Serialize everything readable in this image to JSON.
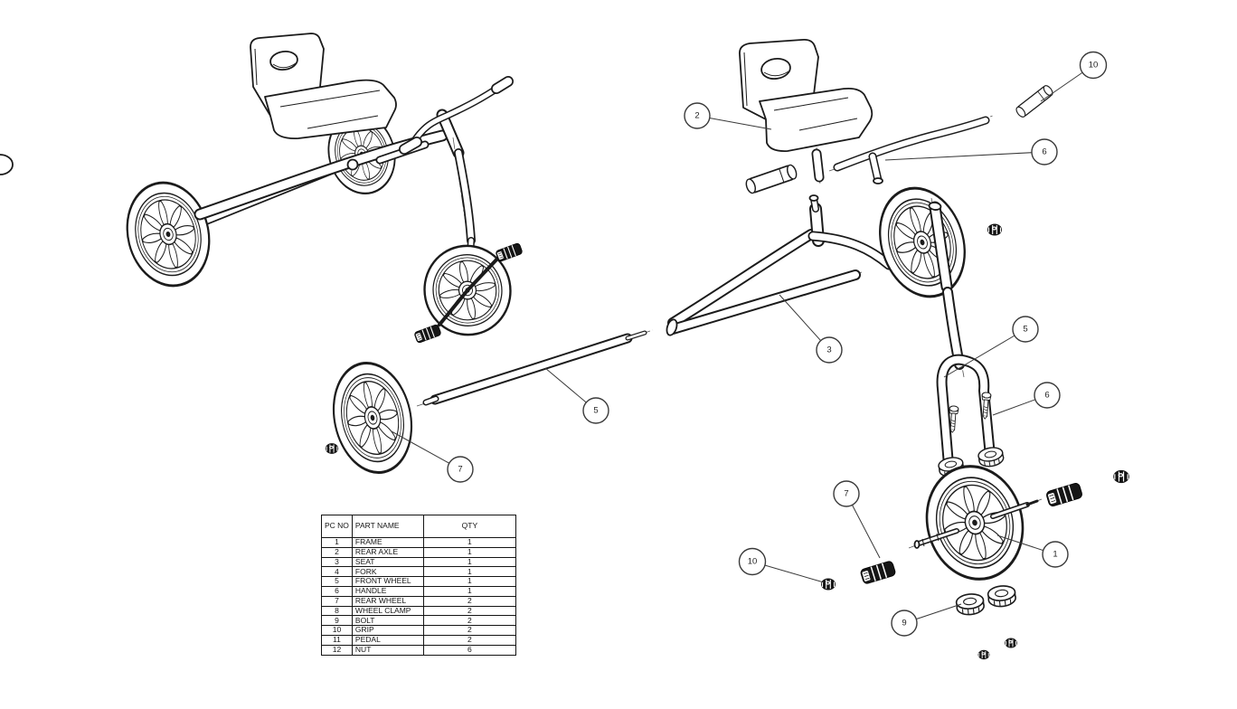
{
  "canvas": {
    "background": "#ffffff",
    "line_color": "#1b1b1b",
    "leader_color": "#3a3a3a"
  },
  "parts_table": {
    "headers": {
      "pc_no": "PC\nNO",
      "part_name": "PART NAME",
      "qty": "QTY"
    },
    "rows": [
      {
        "no": "1",
        "name": "FRAME",
        "qty": "1"
      },
      {
        "no": "2",
        "name": "REAR AXLE",
        "qty": "1"
      },
      {
        "no": "3",
        "name": "SEAT",
        "qty": "1"
      },
      {
        "no": "4",
        "name": "FORK",
        "qty": "1"
      },
      {
        "no": "5",
        "name": "FRONT WHEEL",
        "qty": "1"
      },
      {
        "no": "6",
        "name": "HANDLE",
        "qty": "1"
      },
      {
        "no": "7",
        "name": "REAR WHEEL",
        "qty": "2"
      },
      {
        "no": "8",
        "name": "WHEEL CLAMP",
        "qty": "2"
      },
      {
        "no": "9",
        "name": "BOLT",
        "qty": "2"
      },
      {
        "no": "10",
        "name": "GRIP",
        "qty": "2"
      },
      {
        "no": "11",
        "name": "PEDAL",
        "qty": "2"
      },
      {
        "no": "12",
        "name": "NUT",
        "qty": "6"
      }
    ]
  },
  "balloons": [
    {
      "label": "2"
    },
    {
      "label": "10"
    },
    {
      "label": "6"
    },
    {
      "label": "3"
    },
    {
      "label": "5"
    },
    {
      "label": "6"
    },
    {
      "label": "7"
    },
    {
      "label": "1"
    },
    {
      "label": "9"
    },
    {
      "label": "10"
    },
    {
      "label": "7"
    },
    {
      "label": "5"
    }
  ]
}
